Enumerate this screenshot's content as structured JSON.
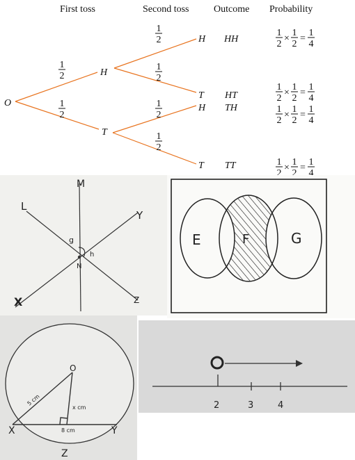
{
  "tree": {
    "headers": {
      "first_toss": "First toss",
      "second_toss": "Second toss",
      "outcome": "Outcome",
      "probability": "Probability"
    },
    "root": "O",
    "first_level": [
      {
        "label": "H",
        "prob": "1/2"
      },
      {
        "label": "T",
        "prob": "1/2"
      }
    ],
    "second_level": [
      {
        "label": "H",
        "prob": "1/2",
        "outcome": "HH"
      },
      {
        "label": "T",
        "prob": "1/2",
        "outcome": "HT"
      },
      {
        "label": "H",
        "prob": "1/2",
        "outcome": "TH"
      },
      {
        "label": "T",
        "prob": "1/2",
        "outcome": "TT"
      }
    ],
    "fraction_num": "1",
    "fraction_den": "2",
    "result_num": "1",
    "result_den": "4",
    "times": "×",
    "equals": "=",
    "branch_color": "#e8731e"
  },
  "lines_figure": {
    "labels": [
      "M",
      "L",
      "Y",
      "g",
      "h",
      "N",
      "X",
      "Z"
    ]
  },
  "venn": {
    "labels": [
      "E",
      "F",
      "G"
    ]
  },
  "circle_figure": {
    "labels": {
      "o": "O",
      "x": "X",
      "y": "Y",
      "z": "Z",
      "hyp": "5 cm",
      "leg": "x cm",
      "base": "8 cm"
    }
  },
  "number_line": {
    "ticks": [
      "2",
      "3",
      "4"
    ]
  }
}
